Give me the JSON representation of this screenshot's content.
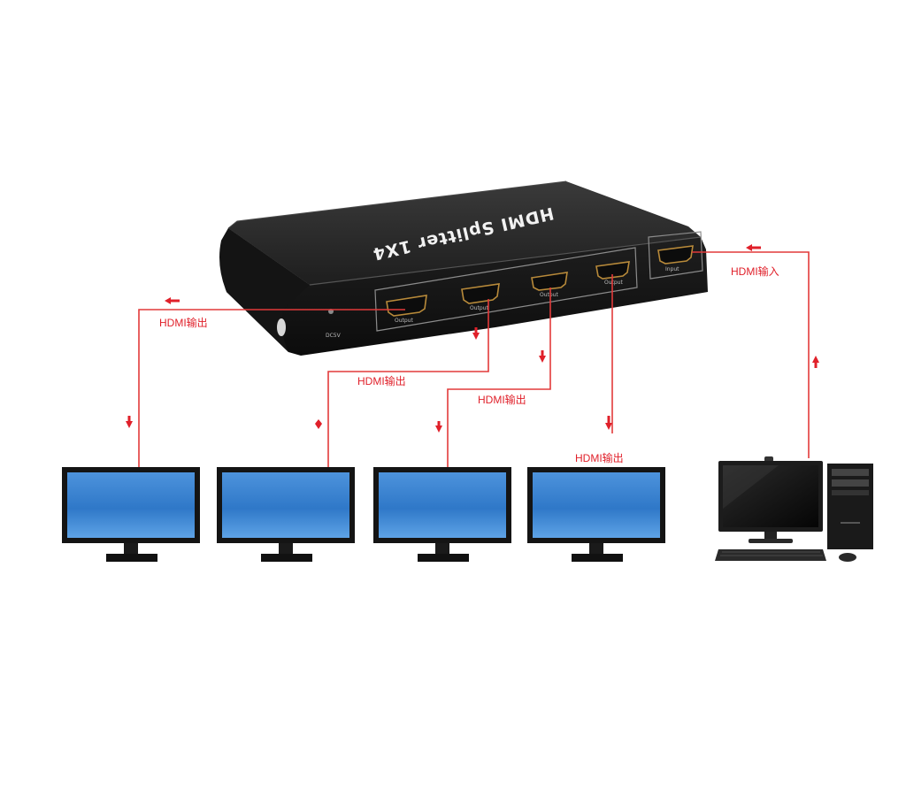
{
  "device": {
    "title": "HDMI Splitter 1X4",
    "power_label": "DC5V",
    "output_port_label": "Output",
    "input_port_label": "Input"
  },
  "labels": {
    "input": "HDMI输入",
    "output": "HDMI输出"
  },
  "colors": {
    "wire": "#e23a3a",
    "device_body": "#1b1b1b",
    "screen": "#2f78c8"
  },
  "icons": [
    "hdmi-splitter-icon",
    "monitor-icon",
    "desktop-computer-icon",
    "keyboard-icon",
    "mouse-icon",
    "arrow-icon"
  ]
}
